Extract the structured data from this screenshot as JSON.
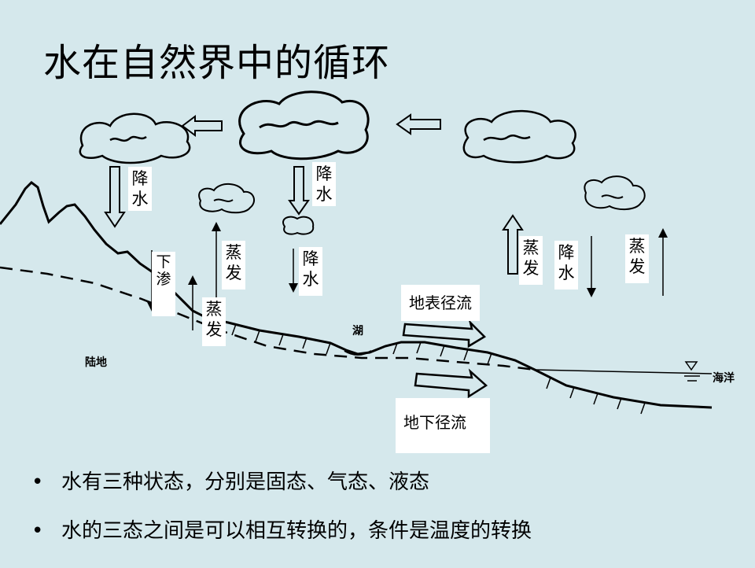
{
  "title": "水在自然界中的循环",
  "labels": {
    "precip_left": "降水",
    "precip_center_top": "降水",
    "precip_center_low": "降水",
    "precip_right": "降水",
    "infiltration": "下渗",
    "evap_slope": "蒸发",
    "evap_lower": "蒸发",
    "evap_right_a": "蒸发",
    "evap_right_b": "蒸发",
    "surface_runoff": "地表径流",
    "ground_runoff": "地下径流",
    "land": "陆地",
    "lake": "湖",
    "ocean": "海洋"
  },
  "bullets": [
    "水有三种状态，分别是固态、气态、液态",
    "水的三态之间是可以相互转换的，条件是温度的转换"
  ],
  "bullet_symbol": "•"
}
